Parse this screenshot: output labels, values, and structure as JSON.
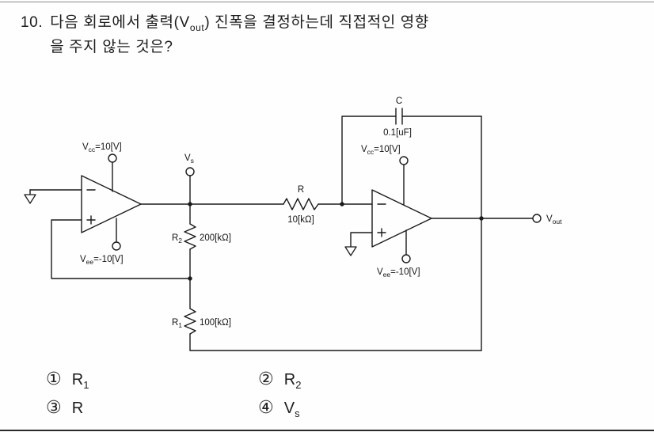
{
  "question": {
    "number": "10.",
    "line1_pre": "다음 회로에서 출력(V",
    "line1_sub": "out",
    "line1_post": ") 진폭을 결정하는데 직접적인 영향",
    "line2": "을 주지 않는 것은?"
  },
  "circuit": {
    "vcc1": {
      "pre": "V",
      "sub": "cc",
      "post": "=10[V]"
    },
    "vee1": {
      "pre": "V",
      "sub": "ee",
      "post": "=-10[V]"
    },
    "vs_node": {
      "pre": "V",
      "sub": "s"
    },
    "r2": {
      "pre": "R",
      "sub": "2",
      "value": "200[kΩ]"
    },
    "r1": {
      "pre": "R",
      "sub": "1",
      "value": "100[kΩ]"
    },
    "r": {
      "name": "R",
      "value": "10[kΩ]"
    },
    "cap": {
      "name": "C",
      "value": "0.1[uF]"
    },
    "vcc2": {
      "pre": "V",
      "sub": "cc",
      "post": "=10[V]"
    },
    "vee2": {
      "pre": "V",
      "sub": "ee",
      "post": "=-10[V]"
    },
    "vout": {
      "pre": "V",
      "sub": "out"
    }
  },
  "options": [
    {
      "num": "①",
      "pre": "R",
      "sub": "1"
    },
    {
      "num": "②",
      "pre": "R",
      "sub": "2"
    },
    {
      "num": "③",
      "pre": "R",
      "sub": ""
    },
    {
      "num": "④",
      "pre": "V",
      "sub": "s"
    }
  ]
}
